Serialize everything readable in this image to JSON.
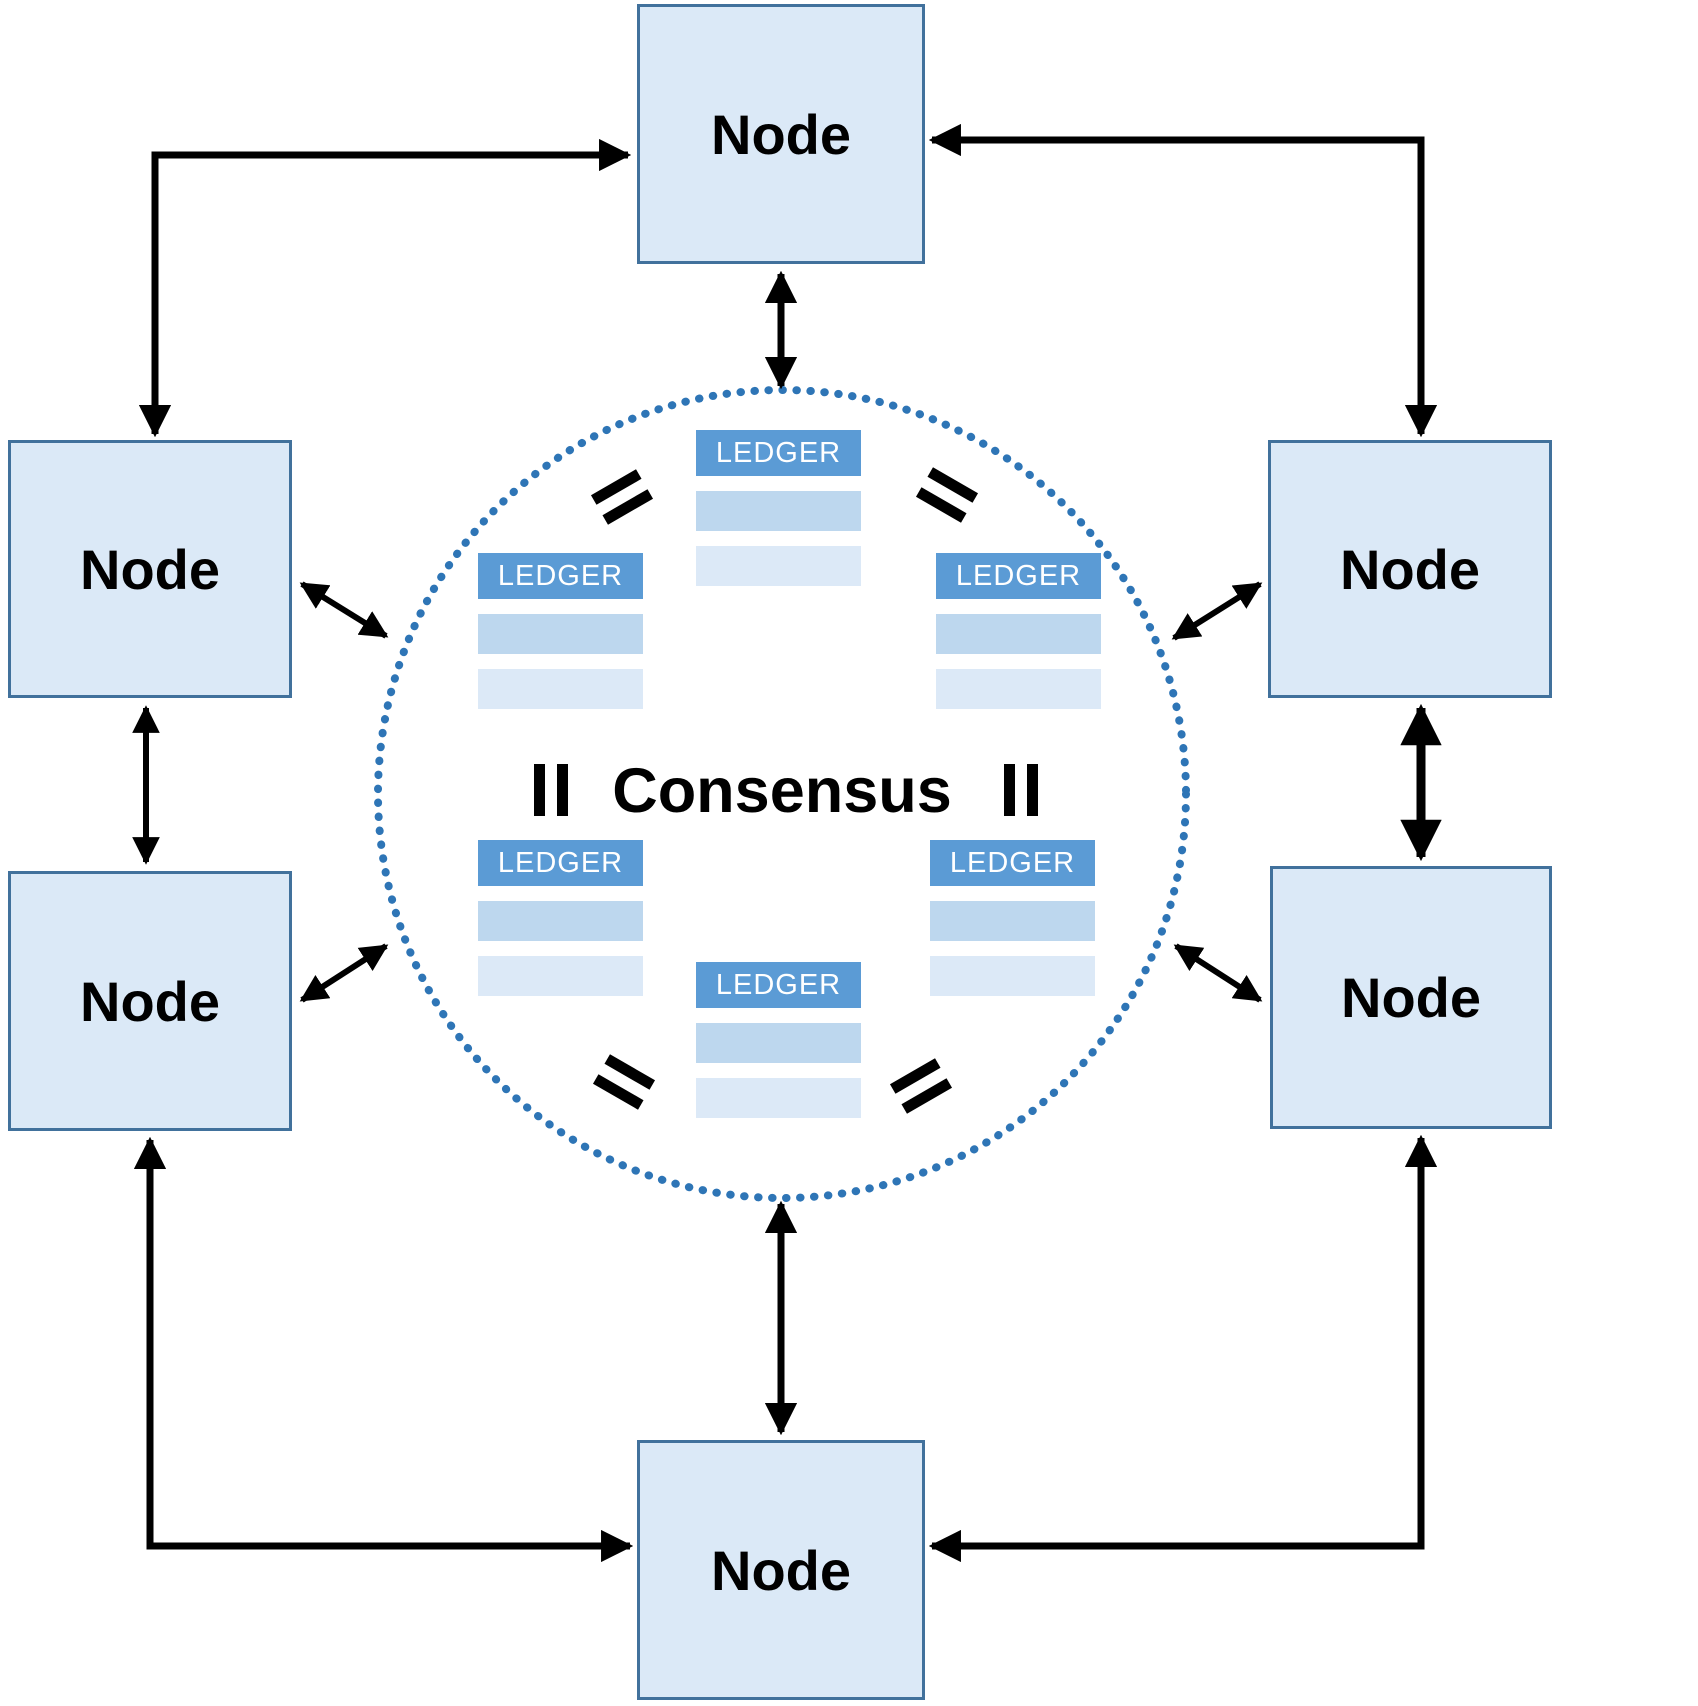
{
  "diagram": {
    "type": "consensus-network",
    "center_label": "Consensus",
    "nodes": [
      {
        "id": "node-top",
        "label": "Node"
      },
      {
        "id": "node-left-upper",
        "label": "Node"
      },
      {
        "id": "node-right-upper",
        "label": "Node"
      },
      {
        "id": "node-left-lower",
        "label": "Node"
      },
      {
        "id": "node-right-lower",
        "label": "Node"
      },
      {
        "id": "node-bottom",
        "label": "Node"
      }
    ],
    "ledgers": [
      {
        "id": "ledger-top",
        "label": "LEDGER"
      },
      {
        "id": "ledger-upper-left",
        "label": "LEDGER"
      },
      {
        "id": "ledger-upper-right",
        "label": "LEDGER"
      },
      {
        "id": "ledger-lower-left",
        "label": "LEDGER"
      },
      {
        "id": "ledger-lower-right",
        "label": "LEDGER"
      },
      {
        "id": "ledger-bottom",
        "label": "LEDGER"
      }
    ],
    "colors": {
      "node_fill": "#dbe9f7",
      "node_border": "#41719c",
      "ledger_header": "#5b9bd5",
      "ledger_row_medium": "#bdd7ee",
      "ledger_row_light": "#dce9f7",
      "circle_dotted": "#2e75b6",
      "arrow": "#000000",
      "background": "#ffffff"
    }
  }
}
